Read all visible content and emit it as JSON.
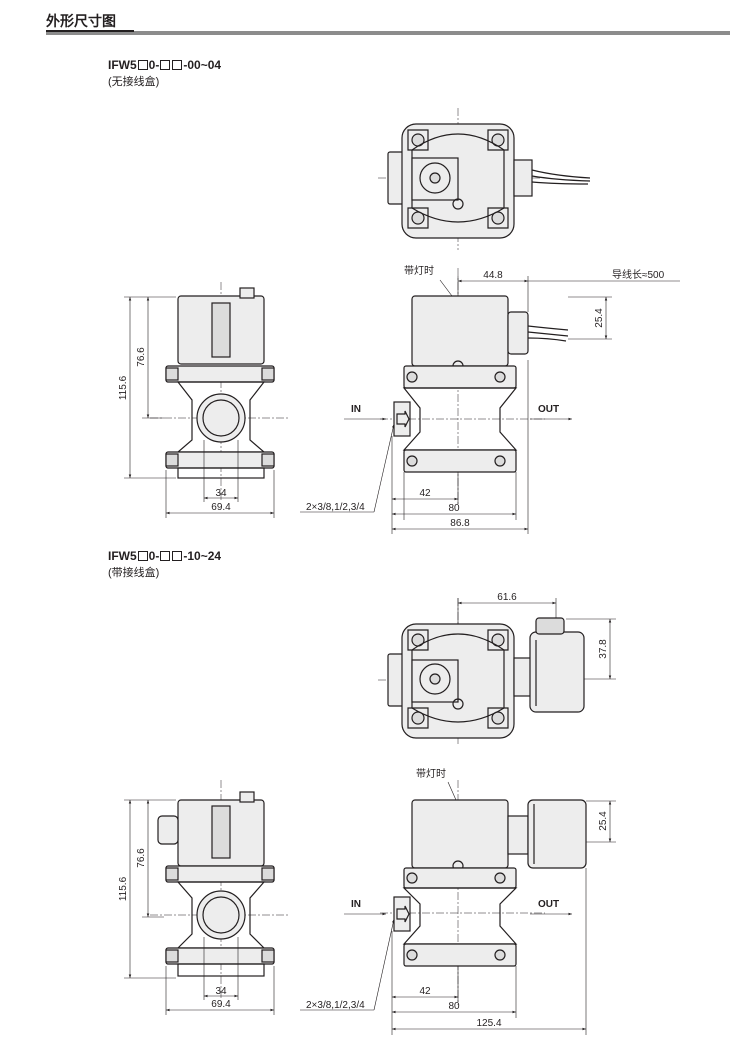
{
  "page": {
    "heading": "外形尺寸图"
  },
  "variant1": {
    "title_prefix": "IFW5",
    "title_mid": "0-",
    "title_suffix": "-00~04",
    "subtitle": "(无接线盒)",
    "dims": {
      "h_total": "115.6",
      "h_upper": "76.6",
      "w_port": "34",
      "w_body": "69.4",
      "coil_offset": "44.8",
      "lead_note": "导线长≈500",
      "lead_h": "25.4",
      "port_dist": "42",
      "body_len": "80",
      "total_len": "86.8",
      "thread": "2×3/8,1/2,3/4"
    },
    "labels": {
      "lamp": "带灯时",
      "in": "IN",
      "out": "OUT"
    }
  },
  "variant2": {
    "title_prefix": "IFW5",
    "title_mid": "0-",
    "title_suffix": "-10~24",
    "subtitle": "(带接线盒)",
    "dims": {
      "box_offset": "61.6",
      "box_h": "37.8",
      "h_total": "115.6",
      "h_upper": "76.6",
      "w_port": "34",
      "w_body": "69.4",
      "box_side_h": "25.4",
      "port_dist": "42",
      "body_len": "80",
      "total_len": "125.4",
      "thread": "2×3/8,1/2,3/4"
    },
    "labels": {
      "lamp": "带灯时",
      "in": "IN",
      "out": "OUT"
    }
  }
}
